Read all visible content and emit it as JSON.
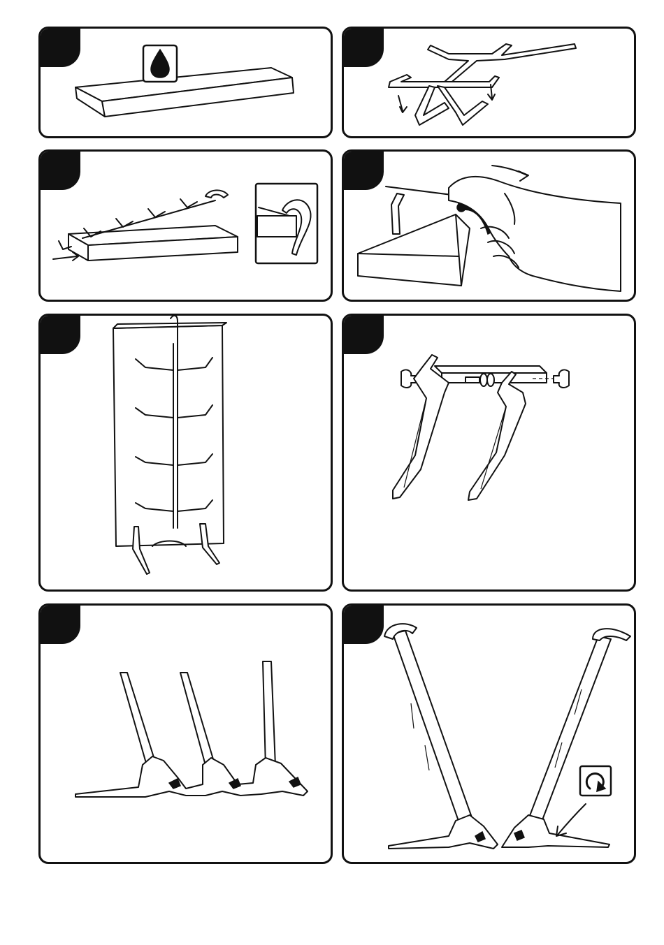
{
  "page": {
    "background": "#ffffff",
    "ink": "#111111"
  },
  "steps": [
    {
      "icon": "oil-drop-icon"
    },
    {
      "icon": "none"
    },
    {
      "icon": "none"
    },
    {
      "icon": "none"
    },
    {
      "icon": "none"
    },
    {
      "icon": "none"
    },
    {
      "icon": "none"
    },
    {
      "icon": "rotate-clockwise-icon"
    }
  ]
}
